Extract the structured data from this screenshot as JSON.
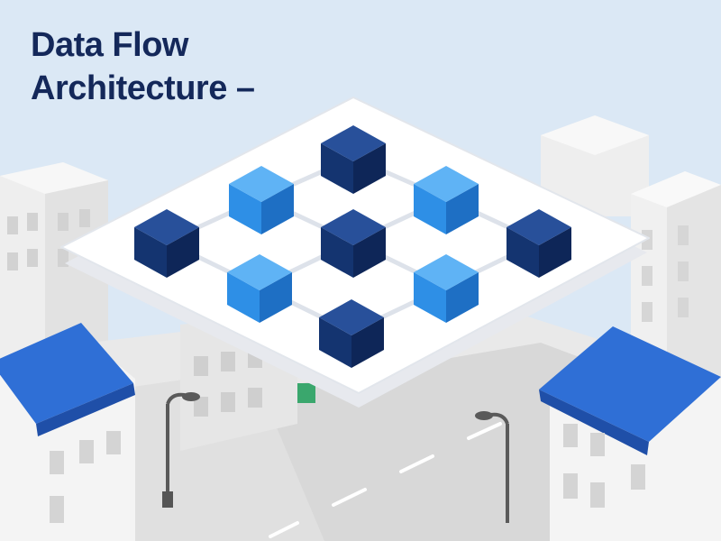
{
  "title": {
    "line1": "Data Flow",
    "line2": "Architecture –"
  },
  "colors": {
    "sky": "#dbe8f5",
    "title": "#14285a",
    "node_dark": "#163a7c",
    "node_light": "#2e8fe6",
    "platform": "#ffffff",
    "roof_blue": "#2f6fd6",
    "building": "#f2f2f2",
    "road": "#d6d6d6"
  },
  "diagram": {
    "nodes": [
      {
        "id": "n1",
        "tone": "dark"
      },
      {
        "id": "n2",
        "tone": "light"
      },
      {
        "id": "n3",
        "tone": "light"
      },
      {
        "id": "n4",
        "tone": "dark"
      },
      {
        "id": "n5",
        "tone": "dark"
      },
      {
        "id": "n6",
        "tone": "dark"
      },
      {
        "id": "n7",
        "tone": "light"
      },
      {
        "id": "n8",
        "tone": "light"
      },
      {
        "id": "n9",
        "tone": "dark"
      }
    ],
    "edges": [
      [
        "n1",
        "n2"
      ],
      [
        "n1",
        "n3"
      ],
      [
        "n2",
        "n4"
      ],
      [
        "n2",
        "n5"
      ],
      [
        "n3",
        "n5"
      ],
      [
        "n3",
        "n6"
      ],
      [
        "n4",
        "n7"
      ],
      [
        "n5",
        "n7"
      ],
      [
        "n5",
        "n8"
      ],
      [
        "n6",
        "n8"
      ],
      [
        "n7",
        "n9"
      ],
      [
        "n8",
        "n9"
      ]
    ]
  },
  "icons": [
    "street-lamp-icon",
    "building-icon"
  ]
}
